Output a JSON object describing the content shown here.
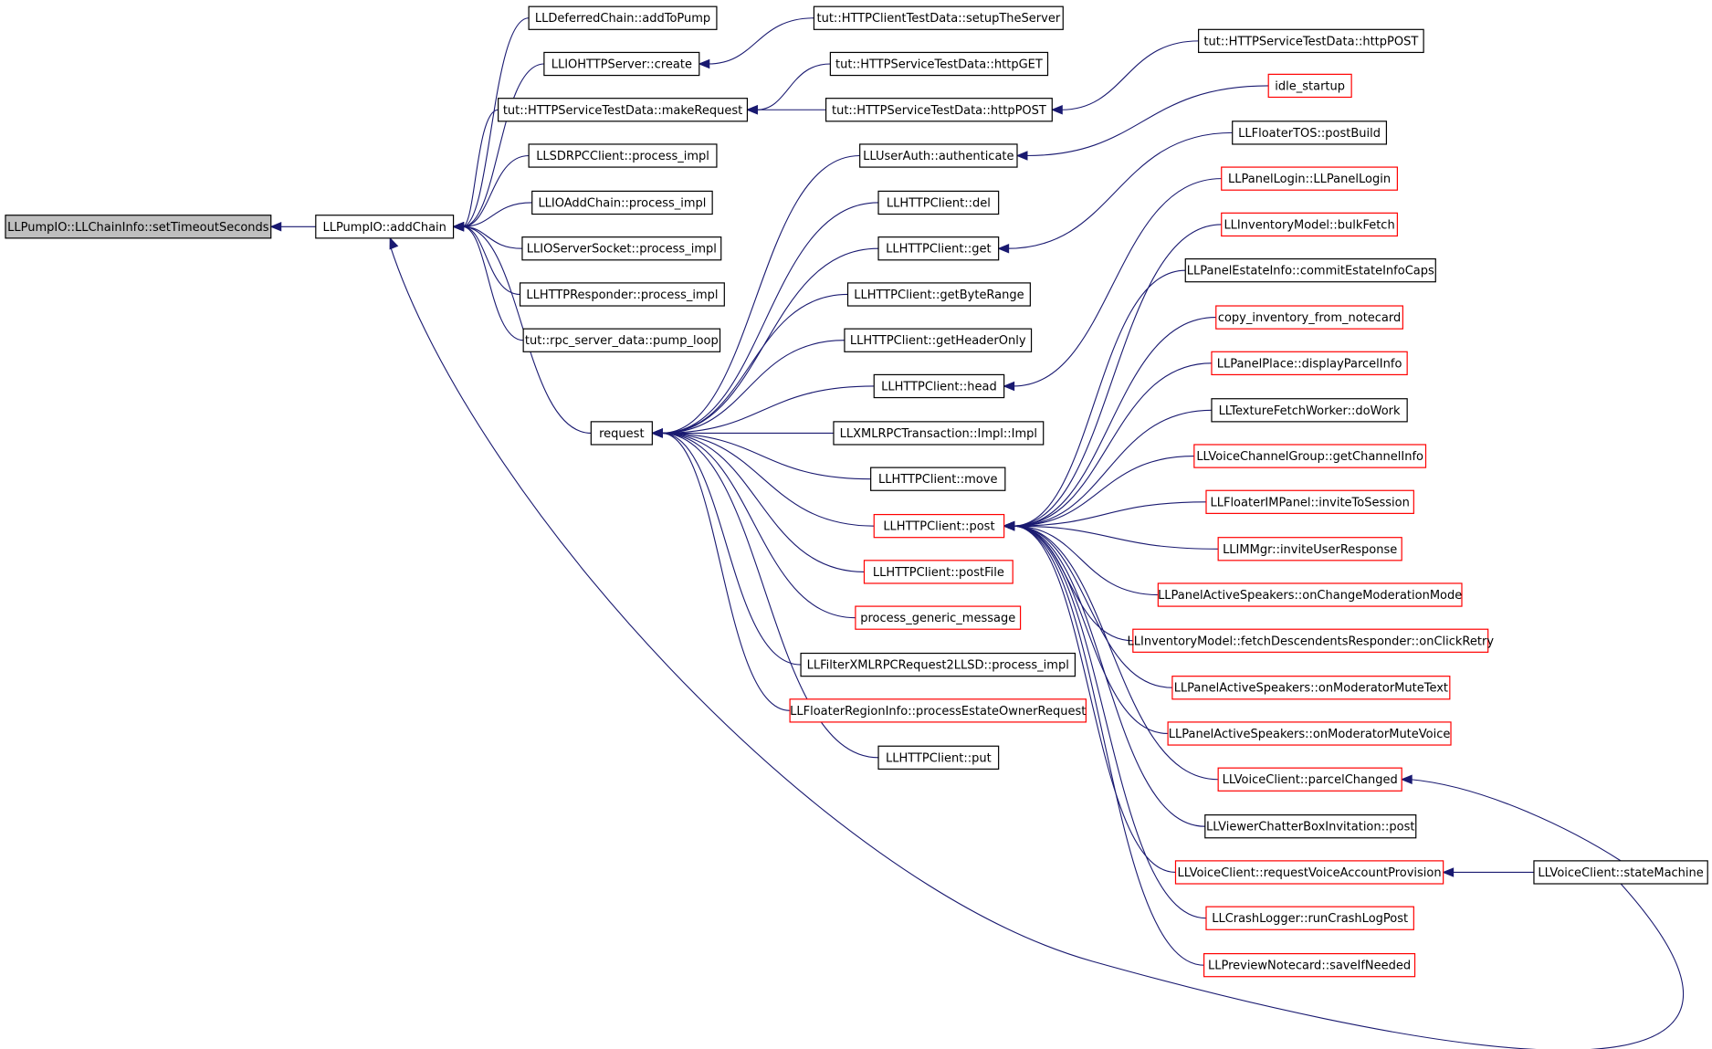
{
  "graph": {
    "colors": {
      "edge": "#191970",
      "normal_border": "#000000",
      "incomplete_border": "#ff0000",
      "root_fill": "#bfbfbf"
    },
    "nodes": [
      {
        "id": "root",
        "label": "LLPumpIO::LLChainInfo::setTimeoutSeconds",
        "style": "root"
      },
      {
        "id": "addChain",
        "label": "LLPumpIO::addChain",
        "style": "black"
      },
      {
        "id": "addToPump",
        "label": "LLDeferredChain::addToPump",
        "style": "black"
      },
      {
        "id": "create",
        "label": "LLIOHTTPServer::create",
        "style": "black"
      },
      {
        "id": "makeRequest",
        "label": "tut::HTTPServiceTestData::makeRequest",
        "style": "black"
      },
      {
        "id": "sdrpc",
        "label": "LLSDRPCClient::process_impl",
        "style": "black"
      },
      {
        "id": "ioadd",
        "label": "LLIOAddChain::process_impl",
        "style": "black"
      },
      {
        "id": "ioserver",
        "label": "LLIOServerSocket::process_impl",
        "style": "black"
      },
      {
        "id": "httpresp",
        "label": "LLHTTPResponder::process_impl",
        "style": "black"
      },
      {
        "id": "pumploop",
        "label": "tut::rpc_server_data::pump_loop",
        "style": "black"
      },
      {
        "id": "request",
        "label": "request",
        "style": "black"
      },
      {
        "id": "setupServer",
        "label": "tut::HTTPClientTestData::setupTheServer",
        "style": "black"
      },
      {
        "id": "httpGET",
        "label": "tut::HTTPServiceTestData::httpGET",
        "style": "black"
      },
      {
        "id": "httpPOST1",
        "label": "tut::HTTPServiceTestData::httpPOST",
        "style": "black"
      },
      {
        "id": "httpPOST2",
        "label": "tut::HTTPServiceTestData::httpPOST",
        "style": "black"
      },
      {
        "id": "authenticate",
        "label": "LLUserAuth::authenticate",
        "style": "black"
      },
      {
        "id": "del",
        "label": "LLHTTPClient::del",
        "style": "black"
      },
      {
        "id": "get",
        "label": "LLHTTPClient::get",
        "style": "black"
      },
      {
        "id": "getByteRange",
        "label": "LLHTTPClient::getByteRange",
        "style": "black"
      },
      {
        "id": "getHeaderOnly",
        "label": "LLHTTPClient::getHeaderOnly",
        "style": "black"
      },
      {
        "id": "head",
        "label": "LLHTTPClient::head",
        "style": "black"
      },
      {
        "id": "xmlrpcImpl",
        "label": "LLXMLRPCTransaction::Impl::Impl",
        "style": "black"
      },
      {
        "id": "move",
        "label": "LLHTTPClient::move",
        "style": "black"
      },
      {
        "id": "post",
        "label": "LLHTTPClient::post",
        "style": "red"
      },
      {
        "id": "postFile",
        "label": "LLHTTPClient::postFile",
        "style": "red"
      },
      {
        "id": "pgm",
        "label": "process_generic_message",
        "style": "red"
      },
      {
        "id": "filterXML",
        "label": "LLFilterXMLRPCRequest2LLSD::process_impl",
        "style": "black"
      },
      {
        "id": "estateOwner",
        "label": "LLFloaterRegionInfo::processEstateOwnerRequest",
        "style": "red"
      },
      {
        "id": "put",
        "label": "LLHTTPClient::put",
        "style": "black"
      },
      {
        "id": "idleStartup",
        "label": "idle_startup",
        "style": "red"
      },
      {
        "id": "tosPostBuild",
        "label": "LLFloaterTOS::postBuild",
        "style": "black"
      },
      {
        "id": "panelLogin",
        "label": "LLPanelLogin::LLPanelLogin",
        "style": "red"
      },
      {
        "id": "bulkFetch",
        "label": "LLInventoryModel::bulkFetch",
        "style": "red"
      },
      {
        "id": "estateCaps",
        "label": "LLPanelEstateInfo::commitEstateInfoCaps",
        "style": "black"
      },
      {
        "id": "copyInv",
        "label": "copy_inventory_from_notecard",
        "style": "red"
      },
      {
        "id": "parcelInfo",
        "label": "LLPanelPlace::displayParcelInfo",
        "style": "red"
      },
      {
        "id": "doWork",
        "label": "LLTextureFetchWorker::doWork",
        "style": "black"
      },
      {
        "id": "channelInfo",
        "label": "LLVoiceChannelGroup::getChannelInfo",
        "style": "red"
      },
      {
        "id": "inviteSession",
        "label": "LLFloaterIMPanel::inviteToSession",
        "style": "red"
      },
      {
        "id": "inviteResp",
        "label": "LLIMMgr::inviteUserResponse",
        "style": "red"
      },
      {
        "id": "moderation",
        "label": "LLPanelActiveSpeakers::onChangeModerationMode",
        "style": "red"
      },
      {
        "id": "clickRetry",
        "label": "LLInventoryModel::fetchDescendentsResponder::onClickRetry",
        "style": "red"
      },
      {
        "id": "muteText",
        "label": "LLPanelActiveSpeakers::onModeratorMuteText",
        "style": "red"
      },
      {
        "id": "muteVoice",
        "label": "LLPanelActiveSpeakers::onModeratorMuteVoice",
        "style": "red"
      },
      {
        "id": "parcelChanged",
        "label": "LLVoiceClient::parcelChanged",
        "style": "red"
      },
      {
        "id": "chatterPost",
        "label": "LLViewerChatterBoxInvitation::post",
        "style": "black"
      },
      {
        "id": "voiceProv",
        "label": "LLVoiceClient::requestVoiceAccountProvision",
        "style": "red"
      },
      {
        "id": "crashLog",
        "label": "LLCrashLogger::runCrashLogPost",
        "style": "red"
      },
      {
        "id": "saveNotecard",
        "label": "LLPreviewNotecard::saveIfNeeded",
        "style": "red"
      },
      {
        "id": "stateMachine",
        "label": "LLVoiceClient::stateMachine",
        "style": "black"
      }
    ]
  }
}
